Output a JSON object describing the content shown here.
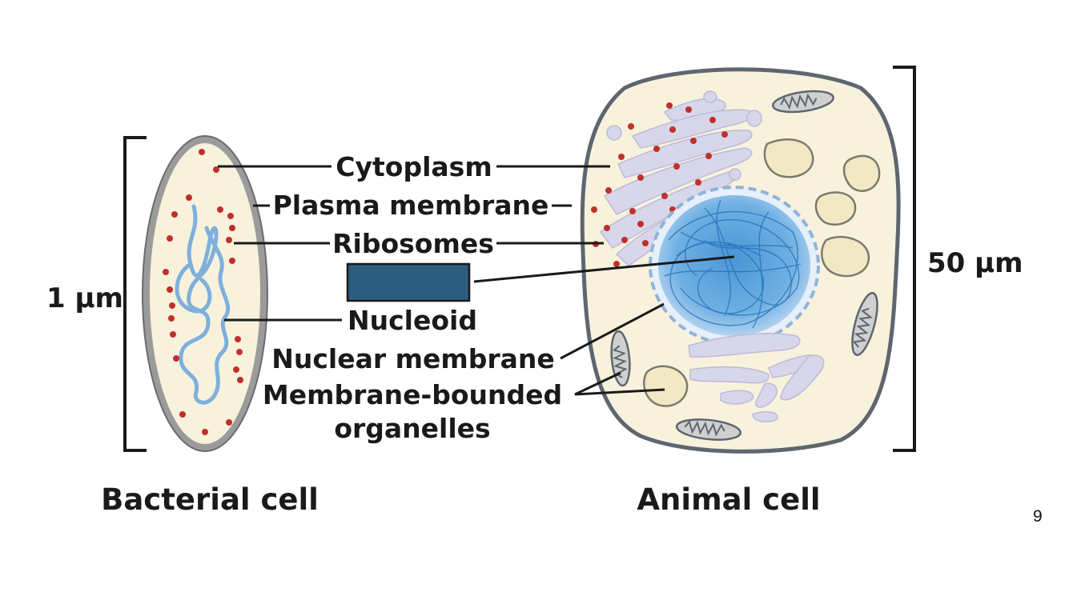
{
  "labels": {
    "cytoplasm": "Cytoplasm",
    "plasma_membrane": "Plasma membrane",
    "ribosomes": "Ribosomes",
    "nucleoid": "Nucleoid",
    "nuclear_membrane": "Nuclear membrane",
    "organelles_line1": "Membrane-bounded",
    "organelles_line2": "organelles"
  },
  "scale_bacterial": "1 μm",
  "scale_animal": "50 μm",
  "title_bacterial": "Bacterial cell",
  "title_animal": "Animal cell",
  "page_number": "9",
  "colors": {
    "cytoplasm_fill": "#f8f2dc",
    "membrane": "#5e6670",
    "ribosome": "#c0302b",
    "dna": "#7fb0dc",
    "nucleus": "#3d8fd2",
    "er": "#d7d6ea",
    "redacted_box": "#2c5d7e"
  }
}
